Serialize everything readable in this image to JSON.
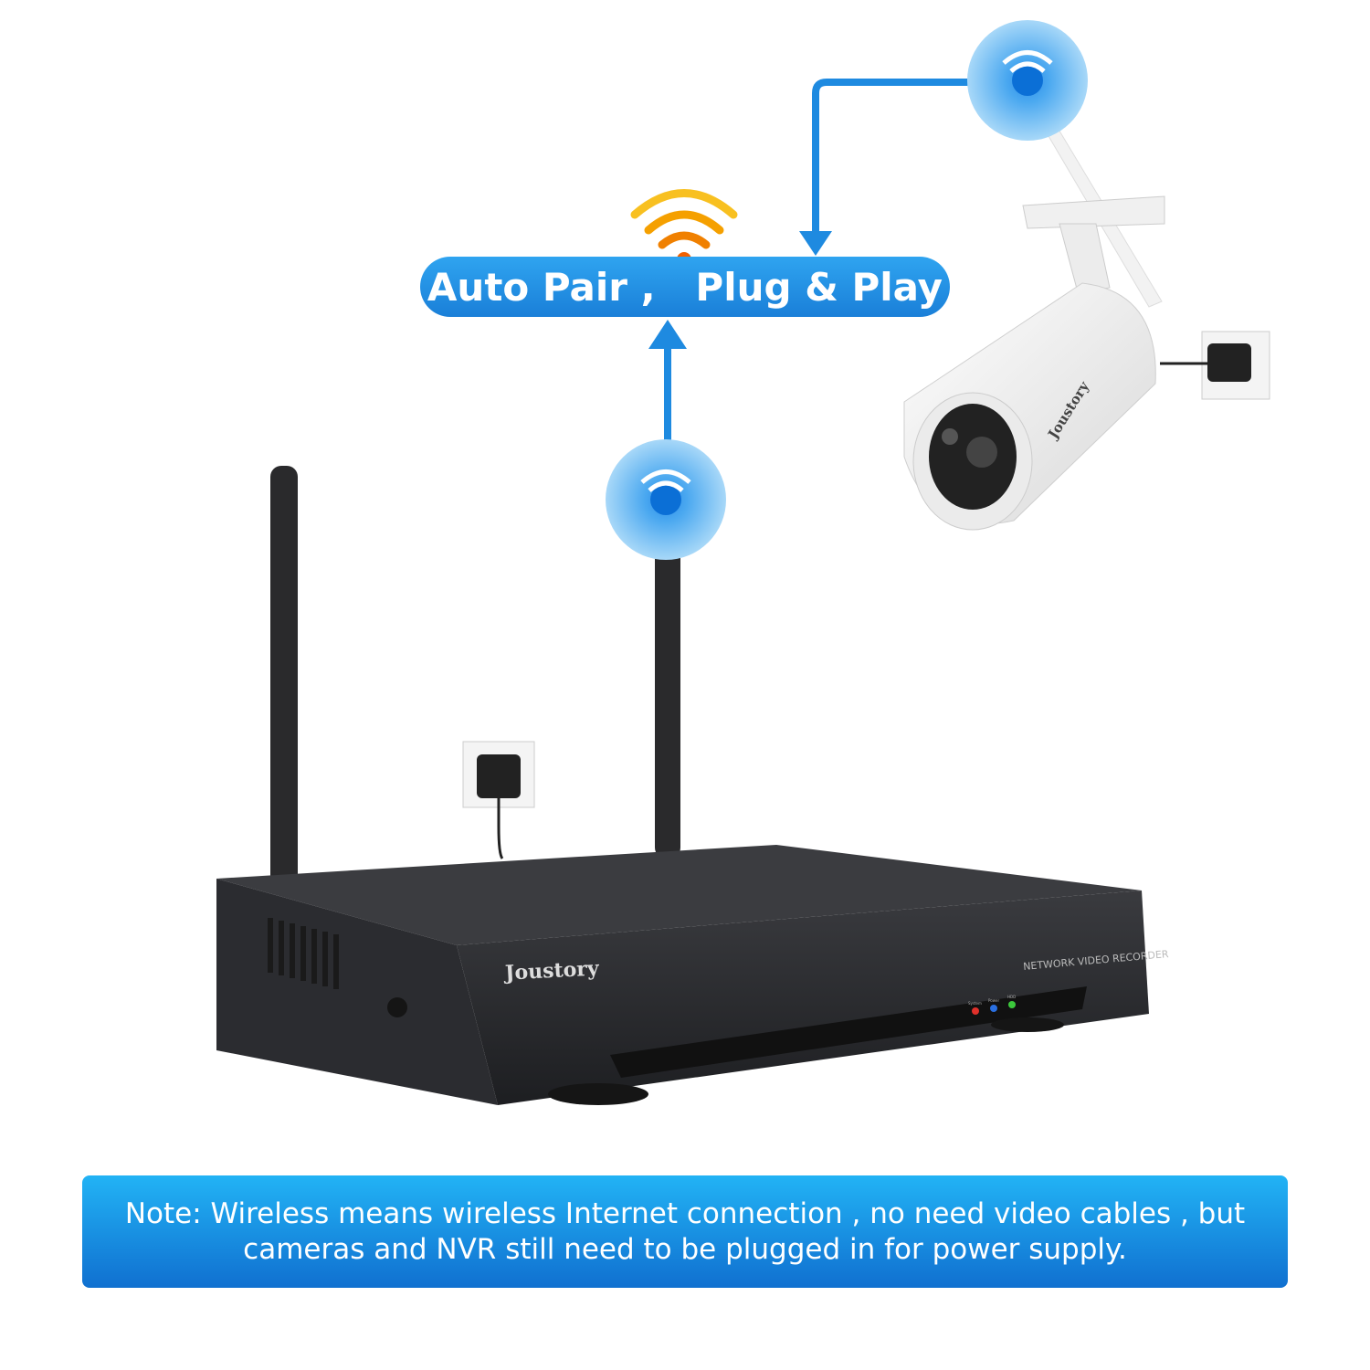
{
  "headline": {
    "text": "Auto Pair ,   Plug & Play"
  },
  "note": {
    "line1": "Note: Wireless means wireless Internet connection , no need video cables , but",
    "line2": "cameras and NVR still need to be plugged in for power supply."
  },
  "nvr": {
    "brand": "Joustory",
    "label": "NETWORK VIDEO RECORDER",
    "leds": [
      {
        "label": "System",
        "color": "#e0302a"
      },
      {
        "label": "Power",
        "color": "#2a6fe0"
      },
      {
        "label": "HDD",
        "color": "#3cc83c"
      }
    ]
  },
  "camera": {
    "brand": "Joustory"
  },
  "colors": {
    "accent": "#1e8ae0",
    "wifi": "#f5a000",
    "nvr_body": "#2a2b2e"
  },
  "icons": [
    "wifi-signal-icon",
    "wifi-orange-icon",
    "arrow-up-icon",
    "arrow-down-icon",
    "power-outlet-icon"
  ]
}
